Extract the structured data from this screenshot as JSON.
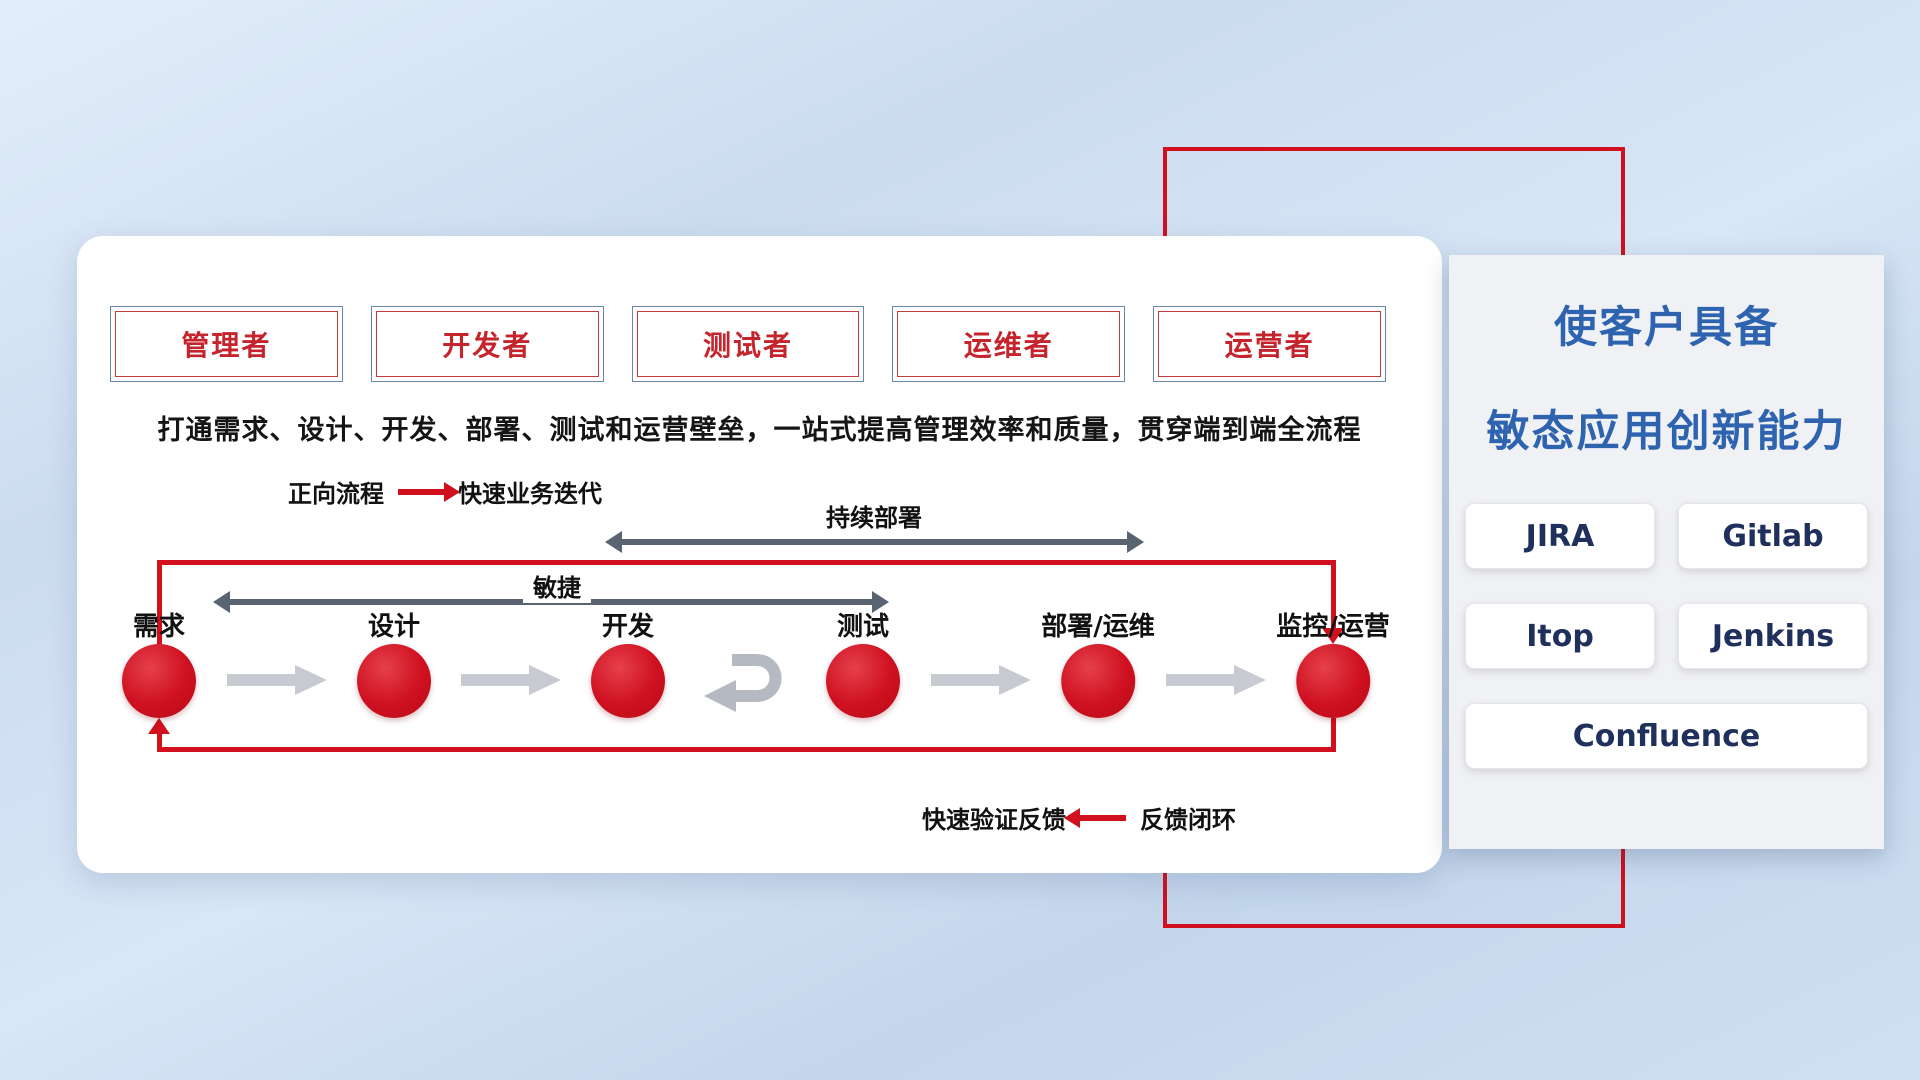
{
  "roles": [
    {
      "label": "管理者"
    },
    {
      "label": "开发者"
    },
    {
      "label": "测试者"
    },
    {
      "label": "运维者"
    },
    {
      "label": "运营者"
    }
  ],
  "headline": "打通需求、设计、开发、部署、测试和运营壁垒，一站式提高管理效率和质量，贯穿端到端全流程",
  "legends": {
    "forward_label": "正向流程",
    "forward_desc": "快速业务迭代",
    "feedback_desc": "快速验证反馈",
    "feedback_label": "反馈闭环"
  },
  "flow": {
    "cd_label": "持续部署",
    "agile_label": "敏捷",
    "stages": [
      {
        "label": "需求"
      },
      {
        "label": "设计"
      },
      {
        "label": "开发"
      },
      {
        "label": "测试"
      },
      {
        "label": "部署/运维"
      },
      {
        "label": "监控/运营"
      }
    ]
  },
  "panel": {
    "title_line1": "使客户具备",
    "title_line2": "敏态应用创新能力",
    "tools": [
      {
        "label": "JIRA"
      },
      {
        "label": "Gitlab"
      },
      {
        "label": "Itop"
      },
      {
        "label": "Jenkins"
      },
      {
        "label": "Confluence"
      }
    ]
  },
  "colors": {
    "accent_red": "#d0101d",
    "title_blue": "#2e63b0",
    "flow_arrow_gray": "#c7cad0",
    "double_arrow_gray": "#5a6372"
  }
}
